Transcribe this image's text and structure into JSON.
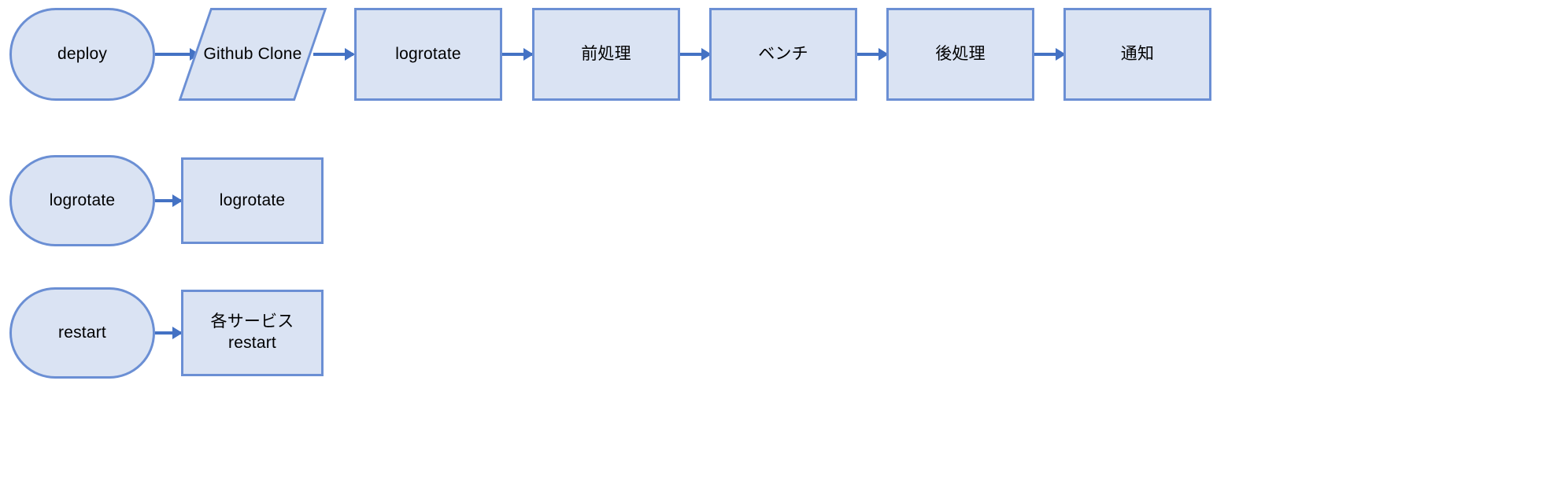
{
  "diagram": {
    "type": "flowchart",
    "orientation": "left-to-right",
    "background_color": "#ffffff",
    "node_fill_color": "#dae3f3",
    "node_border_color": "#6b8fd4",
    "arrow_color": "#4472c4",
    "text_color": "#000000",
    "flows": [
      {
        "name": "deploy-flow",
        "nodes": [
          {
            "id": "deploy",
            "label": "deploy",
            "shape": "terminator"
          },
          {
            "id": "github-clone",
            "label": "Github Clone",
            "shape": "parallelogram"
          },
          {
            "id": "logrotate-deploy",
            "label": "logrotate",
            "shape": "process"
          },
          {
            "id": "preprocess",
            "label": "前処理",
            "shape": "process"
          },
          {
            "id": "bench",
            "label": "ベンチ",
            "shape": "process"
          },
          {
            "id": "postprocess",
            "label": "後処理",
            "shape": "process"
          },
          {
            "id": "notify",
            "label": "通知",
            "shape": "process"
          }
        ]
      },
      {
        "name": "logrotate-flow",
        "nodes": [
          {
            "id": "logrotate-trigger",
            "label": "logrotate",
            "shape": "terminator"
          },
          {
            "id": "logrotate-task",
            "label": "logrotate",
            "shape": "process"
          }
        ]
      },
      {
        "name": "restart-flow",
        "nodes": [
          {
            "id": "restart-trigger",
            "label": "restart",
            "shape": "terminator"
          },
          {
            "id": "restart-task",
            "label": "各サービス\nrestart",
            "shape": "process"
          }
        ]
      }
    ]
  }
}
